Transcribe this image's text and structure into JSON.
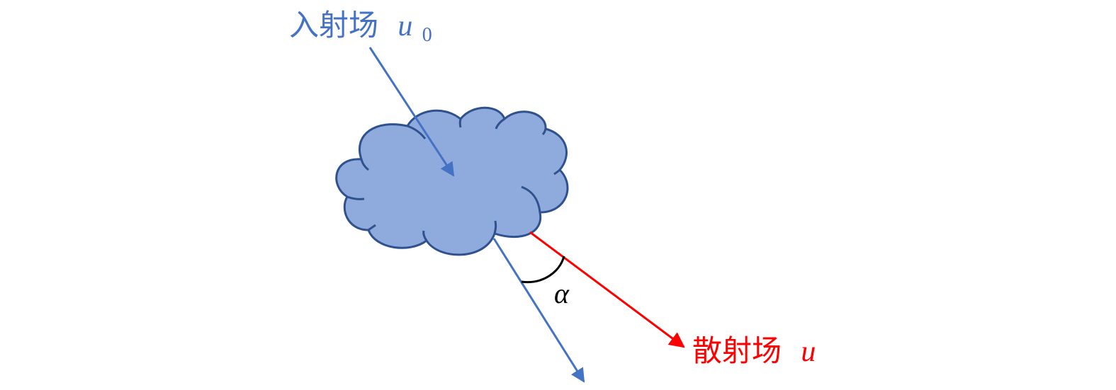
{
  "incident": {
    "label": "入射场",
    "symbol": "u",
    "subscript": "0",
    "color": "#4472c4"
  },
  "scattered": {
    "label": "散射场",
    "symbol": "u",
    "color": "#ff0000"
  },
  "transmitted": {
    "color": "#4472c4"
  },
  "angle": {
    "symbol": "α",
    "color": "#000000"
  },
  "cloud": {
    "fill": "#8faadc",
    "stroke": "#2f528f"
  }
}
